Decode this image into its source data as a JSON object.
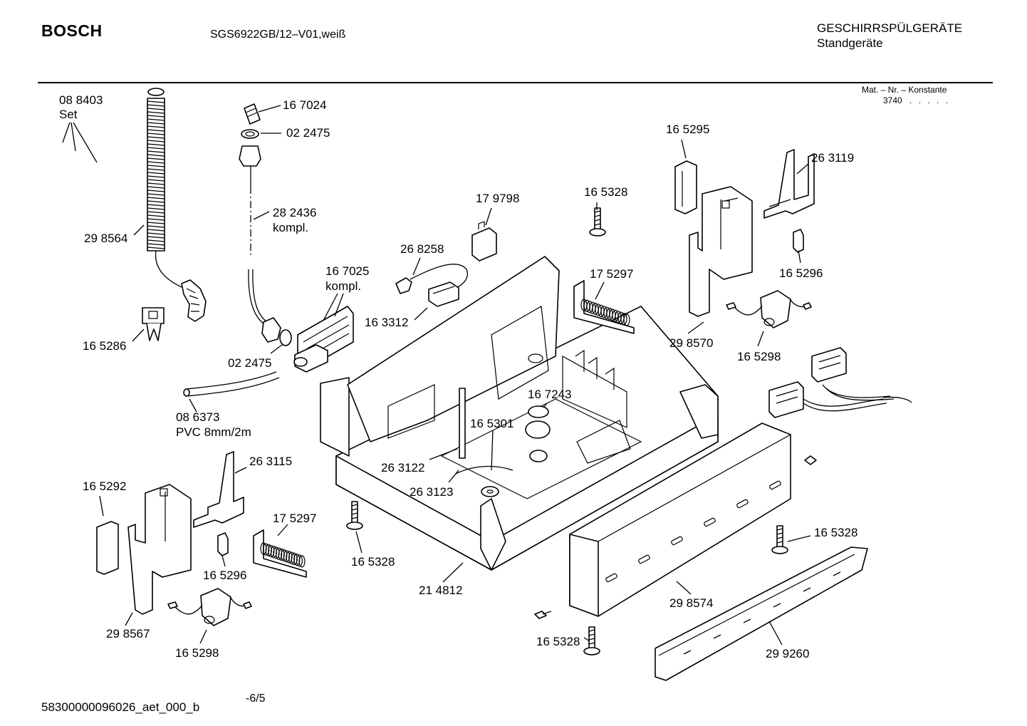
{
  "header": {
    "brand": "BOSCH",
    "model": "SGS6922GB/12–V01,weiß",
    "category": "GESCHIRRSPÜLGERÄTE",
    "subcategory": "Standgeräte",
    "mat_nr_label": "Mat. – Nr. – Konstante",
    "mat_nr_value": "3740",
    "mat_nr_dots": ". . . . ."
  },
  "footer": {
    "doc_id": "58300000096026_aet_000_b",
    "page": "-6/5"
  },
  "parts": [
    {
      "id": "088403",
      "lines": [
        "08 8403",
        "Set"
      ]
    },
    {
      "id": "167024",
      "lines": [
        "16 7024"
      ]
    },
    {
      "id": "022475a",
      "lines": [
        "02 2475"
      ]
    },
    {
      "id": "282436",
      "lines": [
        "28 2436",
        "kompl."
      ]
    },
    {
      "id": "298564",
      "lines": [
        "29 8564"
      ]
    },
    {
      "id": "167025",
      "lines": [
        "16 7025",
        "kompl."
      ]
    },
    {
      "id": "268258",
      "lines": [
        "26 8258"
      ]
    },
    {
      "id": "179798",
      "lines": [
        "17 9798"
      ]
    },
    {
      "id": "165328a",
      "lines": [
        "16 5328"
      ]
    },
    {
      "id": "165295",
      "lines": [
        "16 5295"
      ]
    },
    {
      "id": "263119",
      "lines": [
        "26 3119"
      ]
    },
    {
      "id": "175297a",
      "lines": [
        "17 5297"
      ]
    },
    {
      "id": "165296a",
      "lines": [
        "16 5296"
      ]
    },
    {
      "id": "163312",
      "lines": [
        "16 3312"
      ]
    },
    {
      "id": "165286",
      "lines": [
        "16 5286"
      ]
    },
    {
      "id": "022475b",
      "lines": [
        "02 2475"
      ]
    },
    {
      "id": "298570",
      "lines": [
        "29 8570"
      ]
    },
    {
      "id": "165298a",
      "lines": [
        "16 5298"
      ]
    },
    {
      "id": "167243",
      "lines": [
        "16 7243"
      ]
    },
    {
      "id": "086373",
      "lines": [
        "08 6373",
        "PVC 8mm/2m"
      ]
    },
    {
      "id": "165301",
      "lines": [
        "16 5301"
      ]
    },
    {
      "id": "263115",
      "lines": [
        "26 3115"
      ]
    },
    {
      "id": "263122",
      "lines": [
        "26 3122"
      ]
    },
    {
      "id": "165292",
      "lines": [
        "16 5292"
      ]
    },
    {
      "id": "263123",
      "lines": [
        "26 3123"
      ]
    },
    {
      "id": "175297b",
      "lines": [
        "17 5297"
      ]
    },
    {
      "id": "165328b",
      "lines": [
        "16 5328"
      ]
    },
    {
      "id": "165328c",
      "lines": [
        "16 5328"
      ]
    },
    {
      "id": "165296b",
      "lines": [
        "16 5296"
      ]
    },
    {
      "id": "214812",
      "lines": [
        "21 4812"
      ]
    },
    {
      "id": "298574",
      "lines": [
        "29 8574"
      ]
    },
    {
      "id": "298567",
      "lines": [
        "29 8567"
      ]
    },
    {
      "id": "165298b",
      "lines": [
        "16 5298"
      ]
    },
    {
      "id": "165328d",
      "lines": [
        "16 5328"
      ]
    },
    {
      "id": "299260",
      "lines": [
        "29 9260"
      ]
    }
  ]
}
